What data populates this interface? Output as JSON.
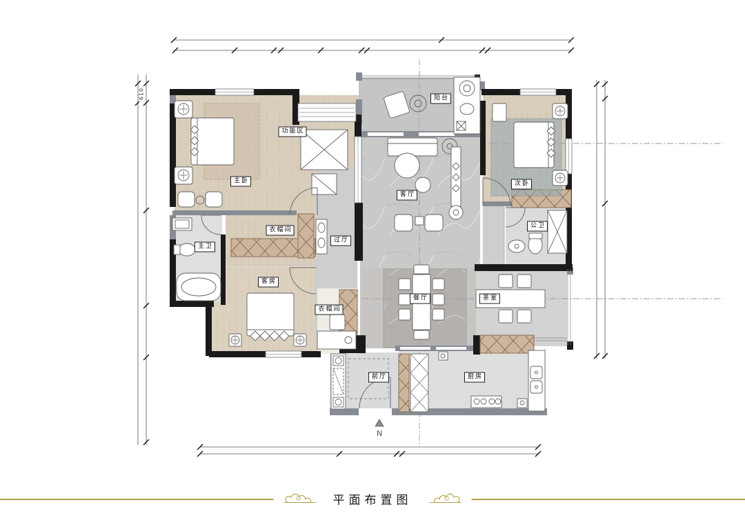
{
  "title": "平面布置图",
  "dimensions": {
    "left_value": "610"
  },
  "north_marker": "N",
  "rooms": [
    {
      "name": "master-bedroom",
      "label": "主卧"
    },
    {
      "name": "function-area",
      "label": "功能区"
    },
    {
      "name": "balcony",
      "label": "阳台"
    },
    {
      "name": "second-bedroom",
      "label": "次卧"
    },
    {
      "name": "living-room",
      "label": "客厅"
    },
    {
      "name": "cloakroom-upper",
      "label": "衣帽间"
    },
    {
      "name": "hallway",
      "label": "过厅"
    },
    {
      "name": "master-bathroom",
      "label": "主卫"
    },
    {
      "name": "public-bathroom",
      "label": "公卫"
    },
    {
      "name": "guest-room",
      "label": "客房"
    },
    {
      "name": "cloakroom-lower",
      "label": "衣帽间"
    },
    {
      "name": "dining-room",
      "label": "餐厅"
    },
    {
      "name": "tea-room",
      "label": "茶室"
    },
    {
      "name": "foyer",
      "label": "前厅"
    },
    {
      "name": "kitchen",
      "label": "厨房"
    }
  ],
  "colors": {
    "accent_gold": "#b3a04b",
    "wall_black": "#1a1a1a",
    "wall_gray": "#878c94",
    "wood_floor": "#d9cdbc",
    "marble_floor": "#c8c8c8",
    "wardrobe_hatch": "#cdb59d"
  }
}
